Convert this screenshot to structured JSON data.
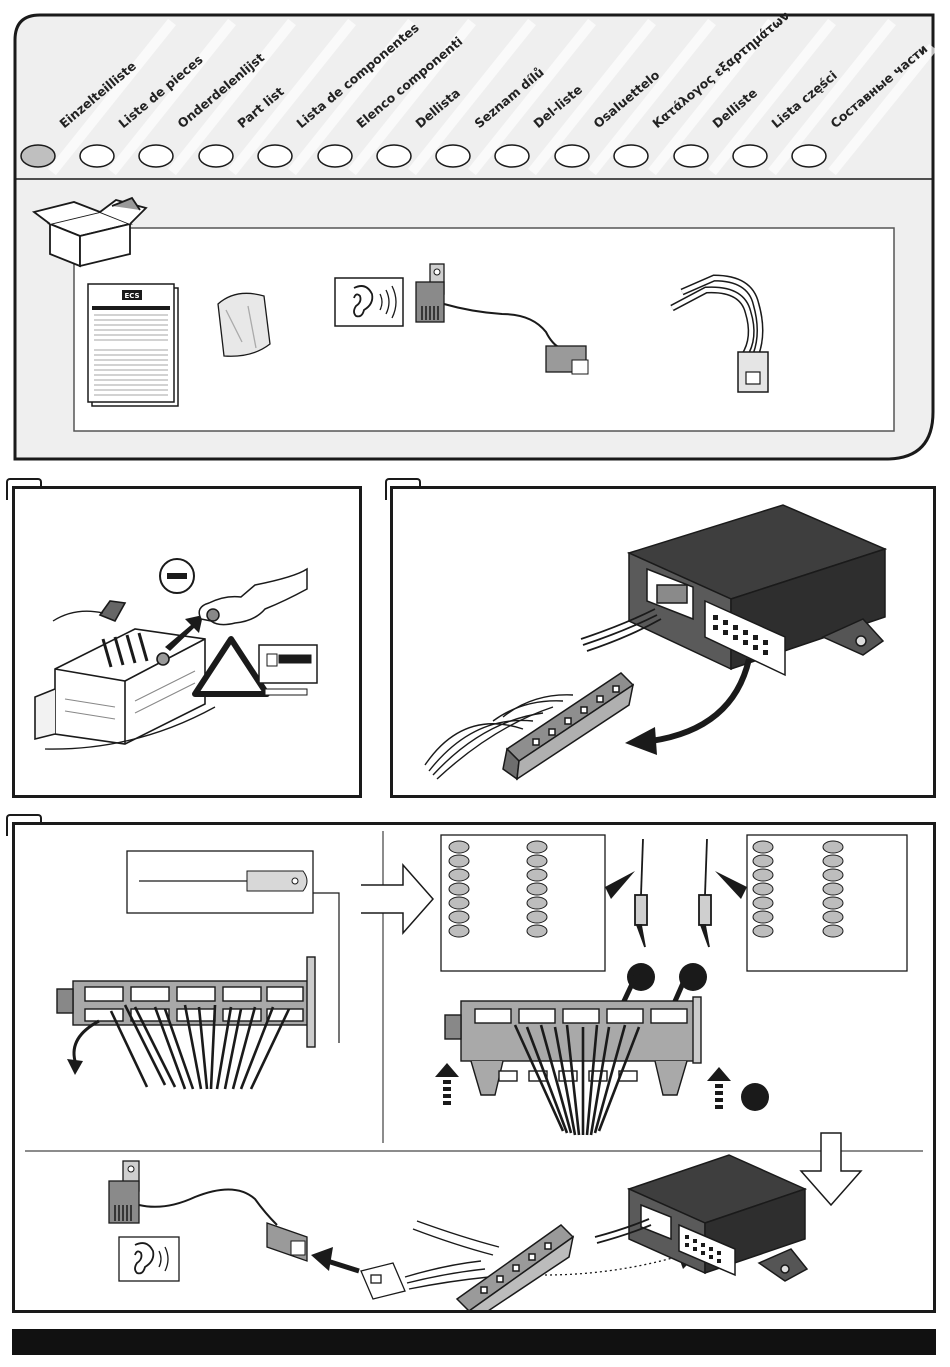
{
  "header": {
    "languages": [
      "Einzelteilliste",
      "Liste de pieces",
      "Onderdelenlijst",
      "Part list",
      "Lista de componentes",
      "Elenco componenti",
      "Dellista",
      "Seznam dílů",
      "Del-liste",
      "Osaluettelo",
      "Κατάλογος εξαρτημάτων",
      "Delliste",
      "Lista części",
      "Составные части"
    ]
  },
  "parts": {
    "manual_logo": "ECS"
  },
  "colors": {
    "panel_bg": "#f1f1f1",
    "outline": "#1a1a1a",
    "module_dark": "#3e3e3e",
    "connector_grey": "#9a9a9a"
  },
  "icons": {
    "box": "parts-box-icon",
    "ear": "ear-sound-icon",
    "warning": "warning-triangle-icon",
    "minus": "negative-terminal-icon"
  }
}
